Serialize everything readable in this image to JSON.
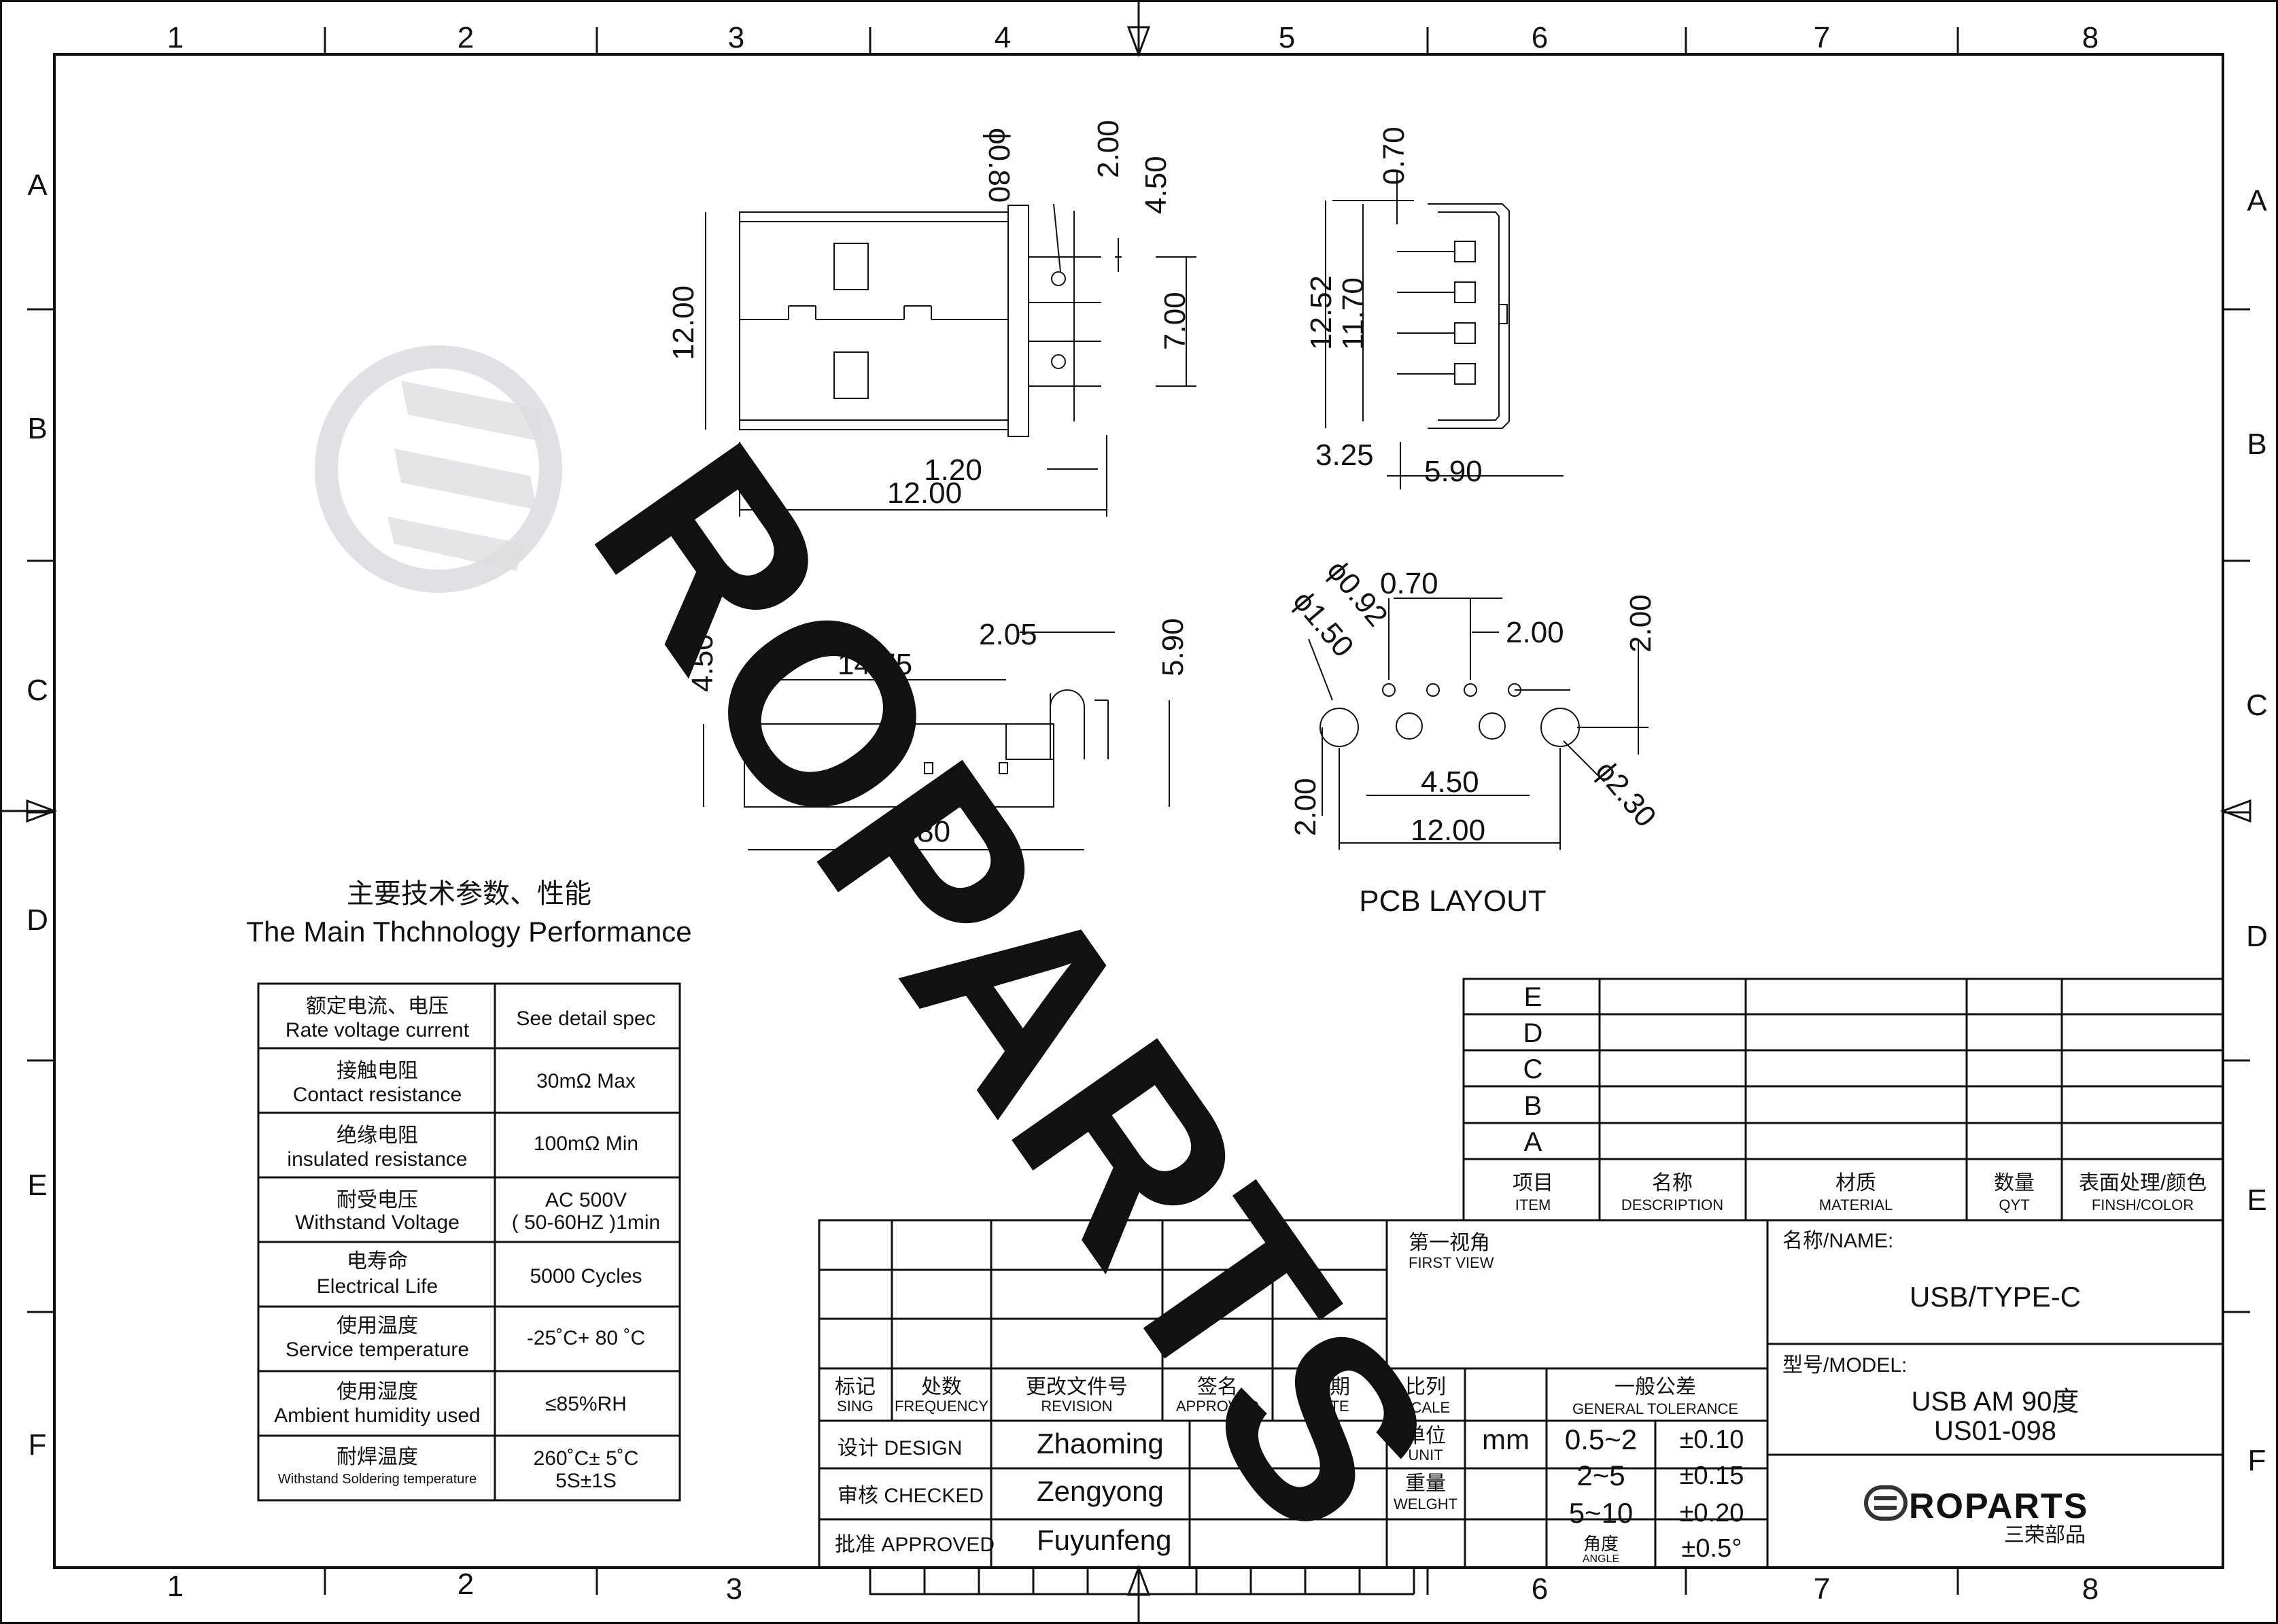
{
  "grid": {
    "columns": [
      "1",
      "2",
      "3",
      "4",
      "5",
      "6",
      "7",
      "8"
    ],
    "rows": [
      "A",
      "B",
      "C",
      "D",
      "E",
      "F"
    ]
  },
  "watermark": {
    "text": "ROPARTS"
  },
  "views": {
    "front": {
      "dims": [
        "ϕ0.80",
        "2.00",
        "4.50",
        "12.00",
        "7.00",
        "1.20",
        "12.00"
      ]
    },
    "side": {
      "dims": [
        "0.70",
        "12.52",
        "11.70",
        "3.25",
        "5.90"
      ]
    },
    "top": {
      "dims": [
        "2.05",
        "5.90",
        "14.75",
        "4.50",
        "18.80"
      ]
    },
    "pcb": {
      "dims": [
        "ϕ0.92",
        "0.70",
        "ϕ1.50",
        "2.00",
        "2.00",
        "2.00",
        "4.50",
        "ϕ2.30",
        "12.00"
      ],
      "caption": "PCB LAYOUT"
    }
  },
  "specs": {
    "title_zh": "主要技术参数、性能",
    "title_en": "The Main Thchnology Performance",
    "rows": [
      {
        "zh": "额定电流、电压",
        "en": "Rate voltage current",
        "value": [
          "See detail spec"
        ]
      },
      {
        "zh": "接触电阻",
        "en": "Contact resistance",
        "value": [
          "30mΩ Max"
        ]
      },
      {
        "zh": "绝缘电阻",
        "en": "insulated resistance",
        "value": [
          "100mΩ Min"
        ]
      },
      {
        "zh": "耐受电压",
        "en": "Withstand Voltage",
        "value": [
          "AC 500V",
          "( 50-60HZ )1min"
        ]
      },
      {
        "zh": "电寿命",
        "en": "Electrical Life",
        "value": [
          "5000 Cycles"
        ]
      },
      {
        "zh": "使用温度",
        "en": "Service temperature",
        "value": [
          "-25˚C+ 80 ˚C"
        ]
      },
      {
        "zh": "使用湿度",
        "en": "Ambient humidity used",
        "value": [
          "≤85%RH"
        ]
      },
      {
        "zh": "耐焊温度",
        "en": "Withstand Soldering temperature",
        "value": [
          "260˚C± 5˚C",
          "5S±1S"
        ]
      }
    ]
  },
  "revision": {
    "rows": [
      "E",
      "D",
      "C",
      "B",
      "A"
    ],
    "headers": [
      {
        "zh": "项目",
        "en": "ITEM"
      },
      {
        "zh": "名称",
        "en": "DESCRIPTION"
      },
      {
        "zh": "材质",
        "en": "MATERIAL"
      },
      {
        "zh": "数量",
        "en": "QYT"
      },
      {
        "zh": "表面处理/颜色",
        "en": "FINSH/COLOR"
      }
    ]
  },
  "titleblock": {
    "change_headers": [
      {
        "zh": "标记",
        "en": "SING"
      },
      {
        "zh": "处数",
        "en": "FREQUENCY"
      },
      {
        "zh": "更改文件号",
        "en": "REVISION"
      },
      {
        "zh": "签名",
        "en": "APPROVED"
      },
      {
        "zh": "日期",
        "en": "DATE"
      }
    ],
    "people": [
      {
        "role": "设计 DESIGN",
        "name": "Zhaoming"
      },
      {
        "role": "审核 CHECKED",
        "name": "Zengyong"
      },
      {
        "role": "批准 APPROVED",
        "name": "Fuyunfeng"
      }
    ],
    "first_view": {
      "zh": "第一视角",
      "en": "FIRST VIEW"
    },
    "scale": {
      "zh": "比列",
      "en": "SCALE"
    },
    "unit": {
      "zh": "单位",
      "en": "UNIT",
      "value": "mm"
    },
    "weight": {
      "zh": "重量",
      "en": "WELGHT"
    },
    "tolerance": {
      "title_zh": "一般公差",
      "title_en": "GENERAL TOLERANCE",
      "rows": [
        {
          "range": "0.5~2",
          "tol": "±0.10"
        },
        {
          "range": "2~5",
          "tol": "±0.15"
        },
        {
          "range": "5~10",
          "tol": "±0.20"
        }
      ],
      "angle": {
        "zh": "角度",
        "en": "ANGLE",
        "tol": "±0.5°"
      }
    },
    "name_label": "名称/NAME:",
    "name_value": "USB/TYPE-C",
    "model_label": "型号/MODEL:",
    "model_value_1": "USB AM 90度",
    "model_value_2": "US01-098",
    "logo": {
      "text": "ROPARTS",
      "sub": "三荣部品"
    }
  }
}
